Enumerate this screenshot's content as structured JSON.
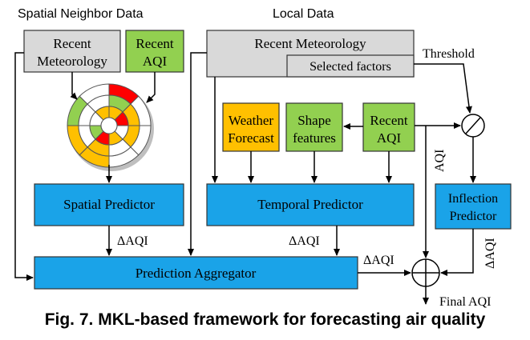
{
  "headers": {
    "spatial": "Spatial Neighbor Data",
    "local": "Local Data"
  },
  "boxes": {
    "recent_meteorology_left": [
      "Recent",
      "Meteorology"
    ],
    "recent_aqi_left": [
      "Recent",
      "AQI"
    ],
    "recent_meteorology_local": "Recent Meteorology",
    "selected_factors": "Selected  factors",
    "weather_forecast": [
      "Weather",
      "Forecast"
    ],
    "shape_features": [
      "Shape",
      "features"
    ],
    "recent_aqi_local": [
      "Recent",
      "AQI"
    ],
    "spatial_predictor": "Spatial Predictor",
    "temporal_predictor": "Temporal Predictor",
    "inflection_predictor": [
      "Inflection",
      "Predictor"
    ],
    "prediction_aggregator": "Prediction Aggregator"
  },
  "labels": {
    "threshold": "Threshold",
    "aqi_vertical": "AQI",
    "delta_aqi_spatial": "ΔAQI",
    "delta_aqi_temporal": "ΔAQI",
    "delta_aqi_aggregator": "ΔAQI",
    "delta_aqi_inflection": "ΔAQI",
    "final_aqi": "Final AQI"
  },
  "colors": {
    "gray": "#d9d9d9",
    "green": "#92d050",
    "orange": "#ffc000",
    "blue": "#1aa3e8",
    "red": "#ff0000",
    "neutral_sector": "#ffffff"
  },
  "ring_chart": {
    "rings": 3,
    "sectors": 8,
    "sector_colors": [
      [
        "red",
        "neutral",
        "neutral",
        "neutral",
        "orange",
        "orange",
        "green",
        "neutral"
      ],
      [
        "green",
        "orange",
        "orange",
        "neutral",
        "orange",
        "neutral",
        "neutral",
        "neutral"
      ],
      [
        "orange",
        "red",
        "neutral",
        "orange",
        "red",
        "green",
        "neutral",
        "orange"
      ]
    ]
  },
  "caption": "Fig. 7. MKL-based framework for forecasting air quality"
}
